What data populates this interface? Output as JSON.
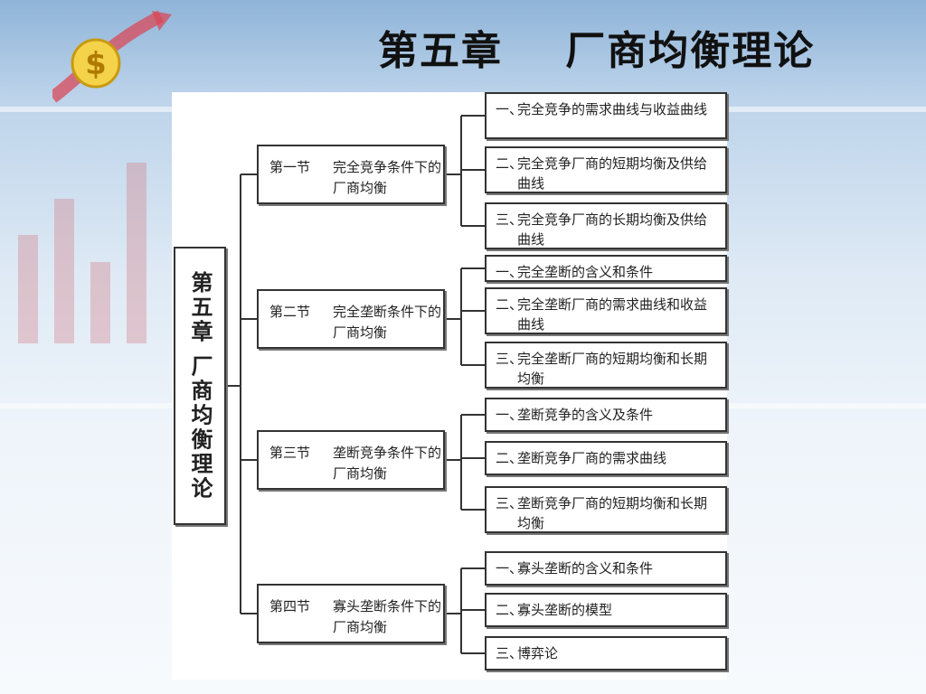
{
  "slide": {
    "title": "第五章    厂商均衡理论",
    "root_label": "第五章 厂商均衡理论"
  },
  "logo": {
    "symbol": "$",
    "color": "#e8b820"
  },
  "sections": [
    {
      "num": "第一节",
      "title": "完全竞争条件下的厂商均衡",
      "items": [
        {
          "mark": "一、",
          "text": "完全竞争的需求曲线与收益曲线"
        },
        {
          "mark": "二、",
          "text": "完全竞争厂商的短期均衡及供给曲线"
        },
        {
          "mark": "三、",
          "text": "完全竞争厂商的长期均衡及供给曲线"
        }
      ]
    },
    {
      "num": "第二节",
      "title": "完全垄断条件下的厂商均衡",
      "items": [
        {
          "mark": "一、",
          "text": "完全垄断的含义和条件"
        },
        {
          "mark": "二、",
          "text": "完全垄断厂商的需求曲线和收益曲线"
        },
        {
          "mark": "三、",
          "text": "完全垄断厂商的短期均衡和长期均衡"
        }
      ]
    },
    {
      "num": "第三节",
      "title": "垄断竞争条件下的厂商均衡",
      "items": [
        {
          "mark": "一、",
          "text": "垄断竞争的含义及条件"
        },
        {
          "mark": "二、",
          "text": "垄断竞争厂商的需求曲线"
        },
        {
          "mark": "三、",
          "text": "垄断竞争厂商的短期均衡和长期均衡"
        }
      ]
    },
    {
      "num": "第四节",
      "title": "寡头垄断条件下的厂商均衡",
      "items": [
        {
          "mark": "一、",
          "text": "寡头垄断的含义和条件"
        },
        {
          "mark": "二、",
          "text": "寡头垄断的模型"
        },
        {
          "mark": "三、",
          "text": "博弈论"
        }
      ]
    }
  ]
}
